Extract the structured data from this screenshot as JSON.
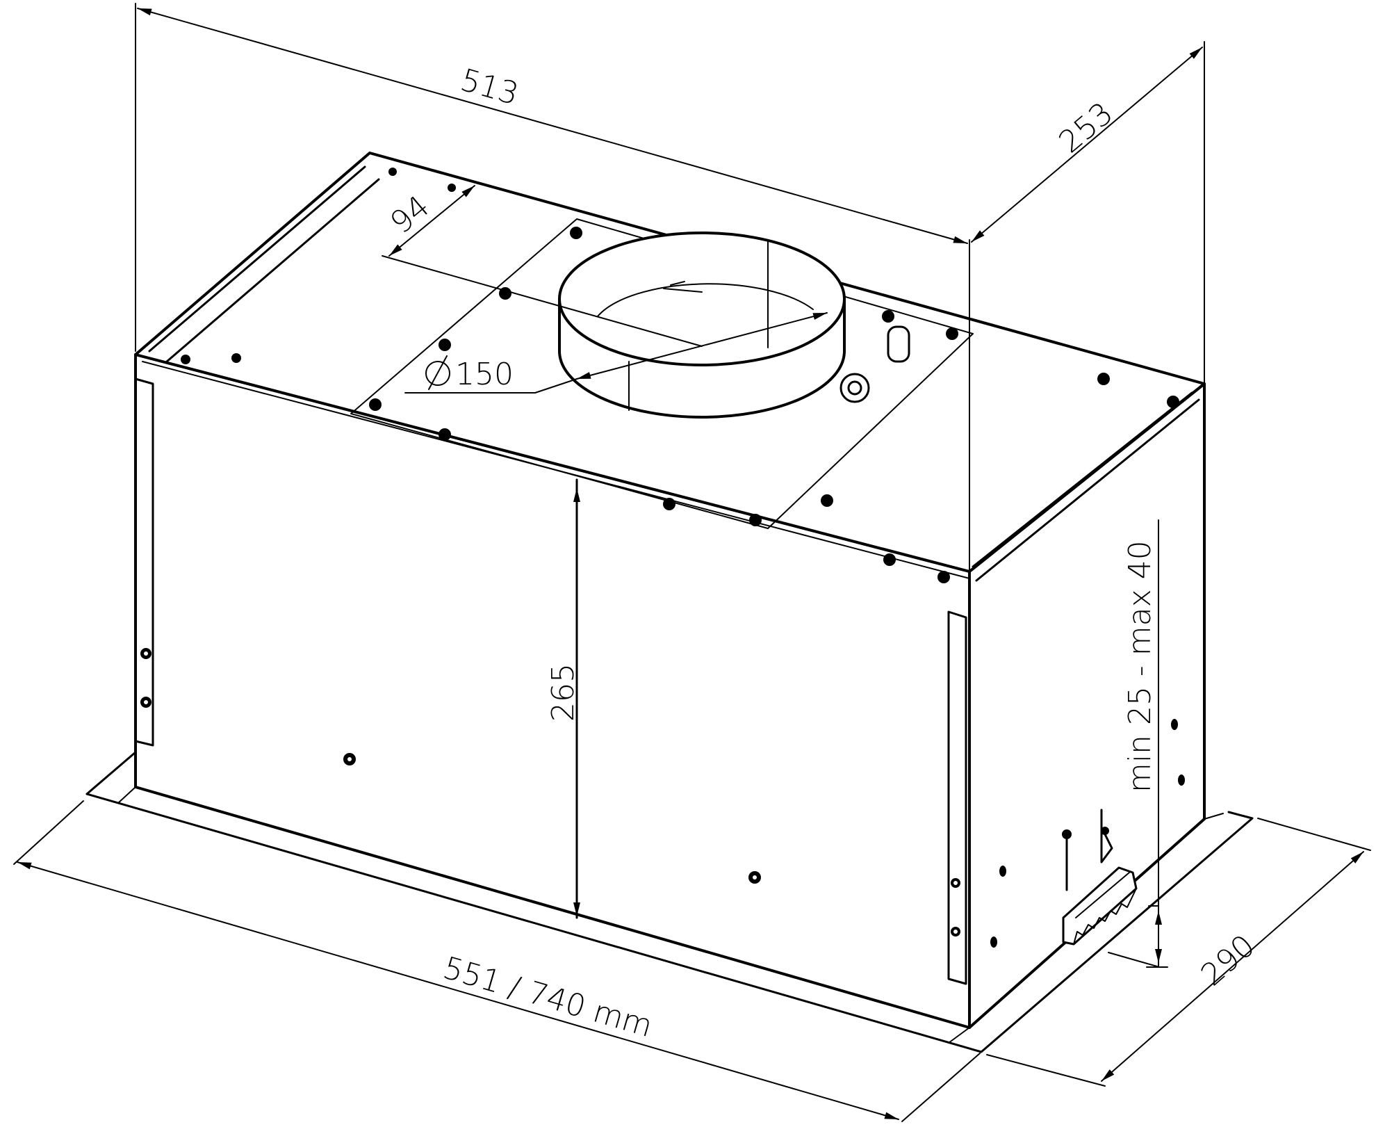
{
  "diagram": {
    "subject": "Built-in cooker hood insert, isometric dimension drawing",
    "line_color": "#000000",
    "background": "#ffffff",
    "dimensions": {
      "overall_depth": {
        "label": "513"
      },
      "side_depth": {
        "label": "253"
      },
      "duct_offset": {
        "label": "94"
      },
      "duct_diameter": {
        "label": "150",
        "symbol": "∅"
      },
      "height": {
        "label": "265"
      },
      "mount_range": {
        "label": "min 25 - max 40"
      },
      "width": {
        "label": "551 / 740 mm"
      },
      "frame_depth": {
        "label": "290"
      }
    }
  }
}
